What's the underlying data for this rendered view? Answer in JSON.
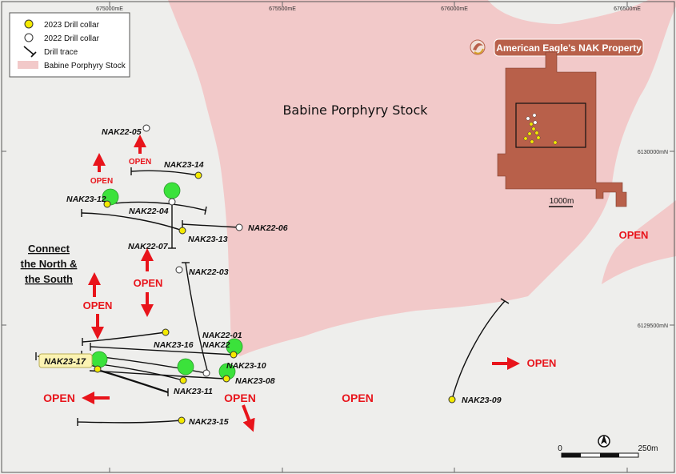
{
  "colors": {
    "background": "#eeeeec",
    "stock_fill": "#f2c9c9",
    "property_fill": "#b8604a",
    "collar_2023": "#f4ea00",
    "collar_2022": "#ffffff",
    "mineralized": "#3be23b",
    "arrow": "#e8141b",
    "highlight": "#fbf3b2"
  },
  "legend": {
    "collar_2023": "2023 Drill collar",
    "collar_2022": "2022 Drill collar",
    "trace": "Drill trace",
    "stock": "Babine Porphyry Stock"
  },
  "axes": {
    "eastings": [
      "675000mE",
      "675500mE",
      "676000mE",
      "676500mE"
    ],
    "northings": [
      "6130000mN",
      "6129500mN"
    ]
  },
  "stock_label": "Babine Porphyry Stock",
  "inset": {
    "title": "American Eagle's NAK Property",
    "scale": "1000m"
  },
  "connect_note": [
    "Connect",
    "the North &",
    "the South"
  ],
  "open_label": "OPEN",
  "scale_bar": {
    "start": "0",
    "end": "250m"
  },
  "holes": {
    "n22_05": "NAK22-05",
    "n23_14": "NAK23-14",
    "n23_12": "NAK23-12",
    "n22_04": "NAK22-04",
    "n22_06": "NAK22-06",
    "n23_13": "NAK23-13",
    "n22_07": "NAK22-07",
    "n22_03": "NAK22-03",
    "n22_01": "NAK22-01",
    "n22_02": "NAK22",
    "n23_16": "NAK23-16",
    "n23_17": "NAK23-17",
    "n23_10": "NAK23-10",
    "n23_08": "NAK23-08",
    "n23_11": "NAK23-11",
    "n23_15": "NAK23-15",
    "n23_09": "NAK23-09"
  }
}
